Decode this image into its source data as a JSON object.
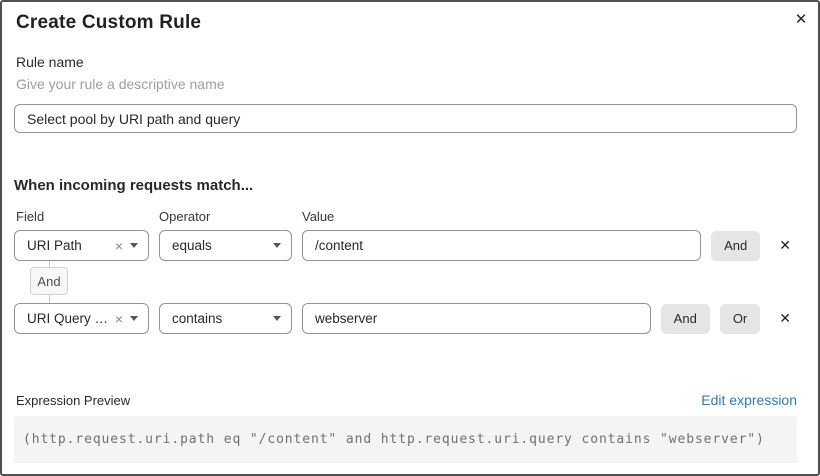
{
  "dialog": {
    "title": "Create Custom Rule",
    "close_icon": "✕"
  },
  "rule_name": {
    "label": "Rule name",
    "description": "Give your rule a descriptive name",
    "value": "Select pool by URI path and query"
  },
  "match_section": {
    "heading": "When incoming requests match...",
    "columns": {
      "field": "Field",
      "operator": "Operator",
      "value": "Value"
    },
    "connector_label": "And",
    "rows": [
      {
        "field": "URI Path",
        "clear_icon": "×",
        "operator": "equals",
        "value": "/content",
        "and_label": "And",
        "remove_icon": "✕"
      },
      {
        "field": "URI Query St...",
        "clear_icon": "×",
        "operator": "contains",
        "value": "webserver",
        "and_label": "And",
        "or_label": "Or",
        "remove_icon": "✕"
      }
    ]
  },
  "expression": {
    "label": "Expression Preview",
    "edit_link": "Edit expression",
    "code": "(http.request.uri.path eq \"/content\" and http.request.uri.query contains \"webserver\")"
  },
  "colors": {
    "link_blue": "#2e7cb8",
    "button_gray": "#e3e5e6",
    "input_border": "#919497",
    "code_background": "#f4f4f5",
    "dialog_border": "#4d4f52"
  }
}
